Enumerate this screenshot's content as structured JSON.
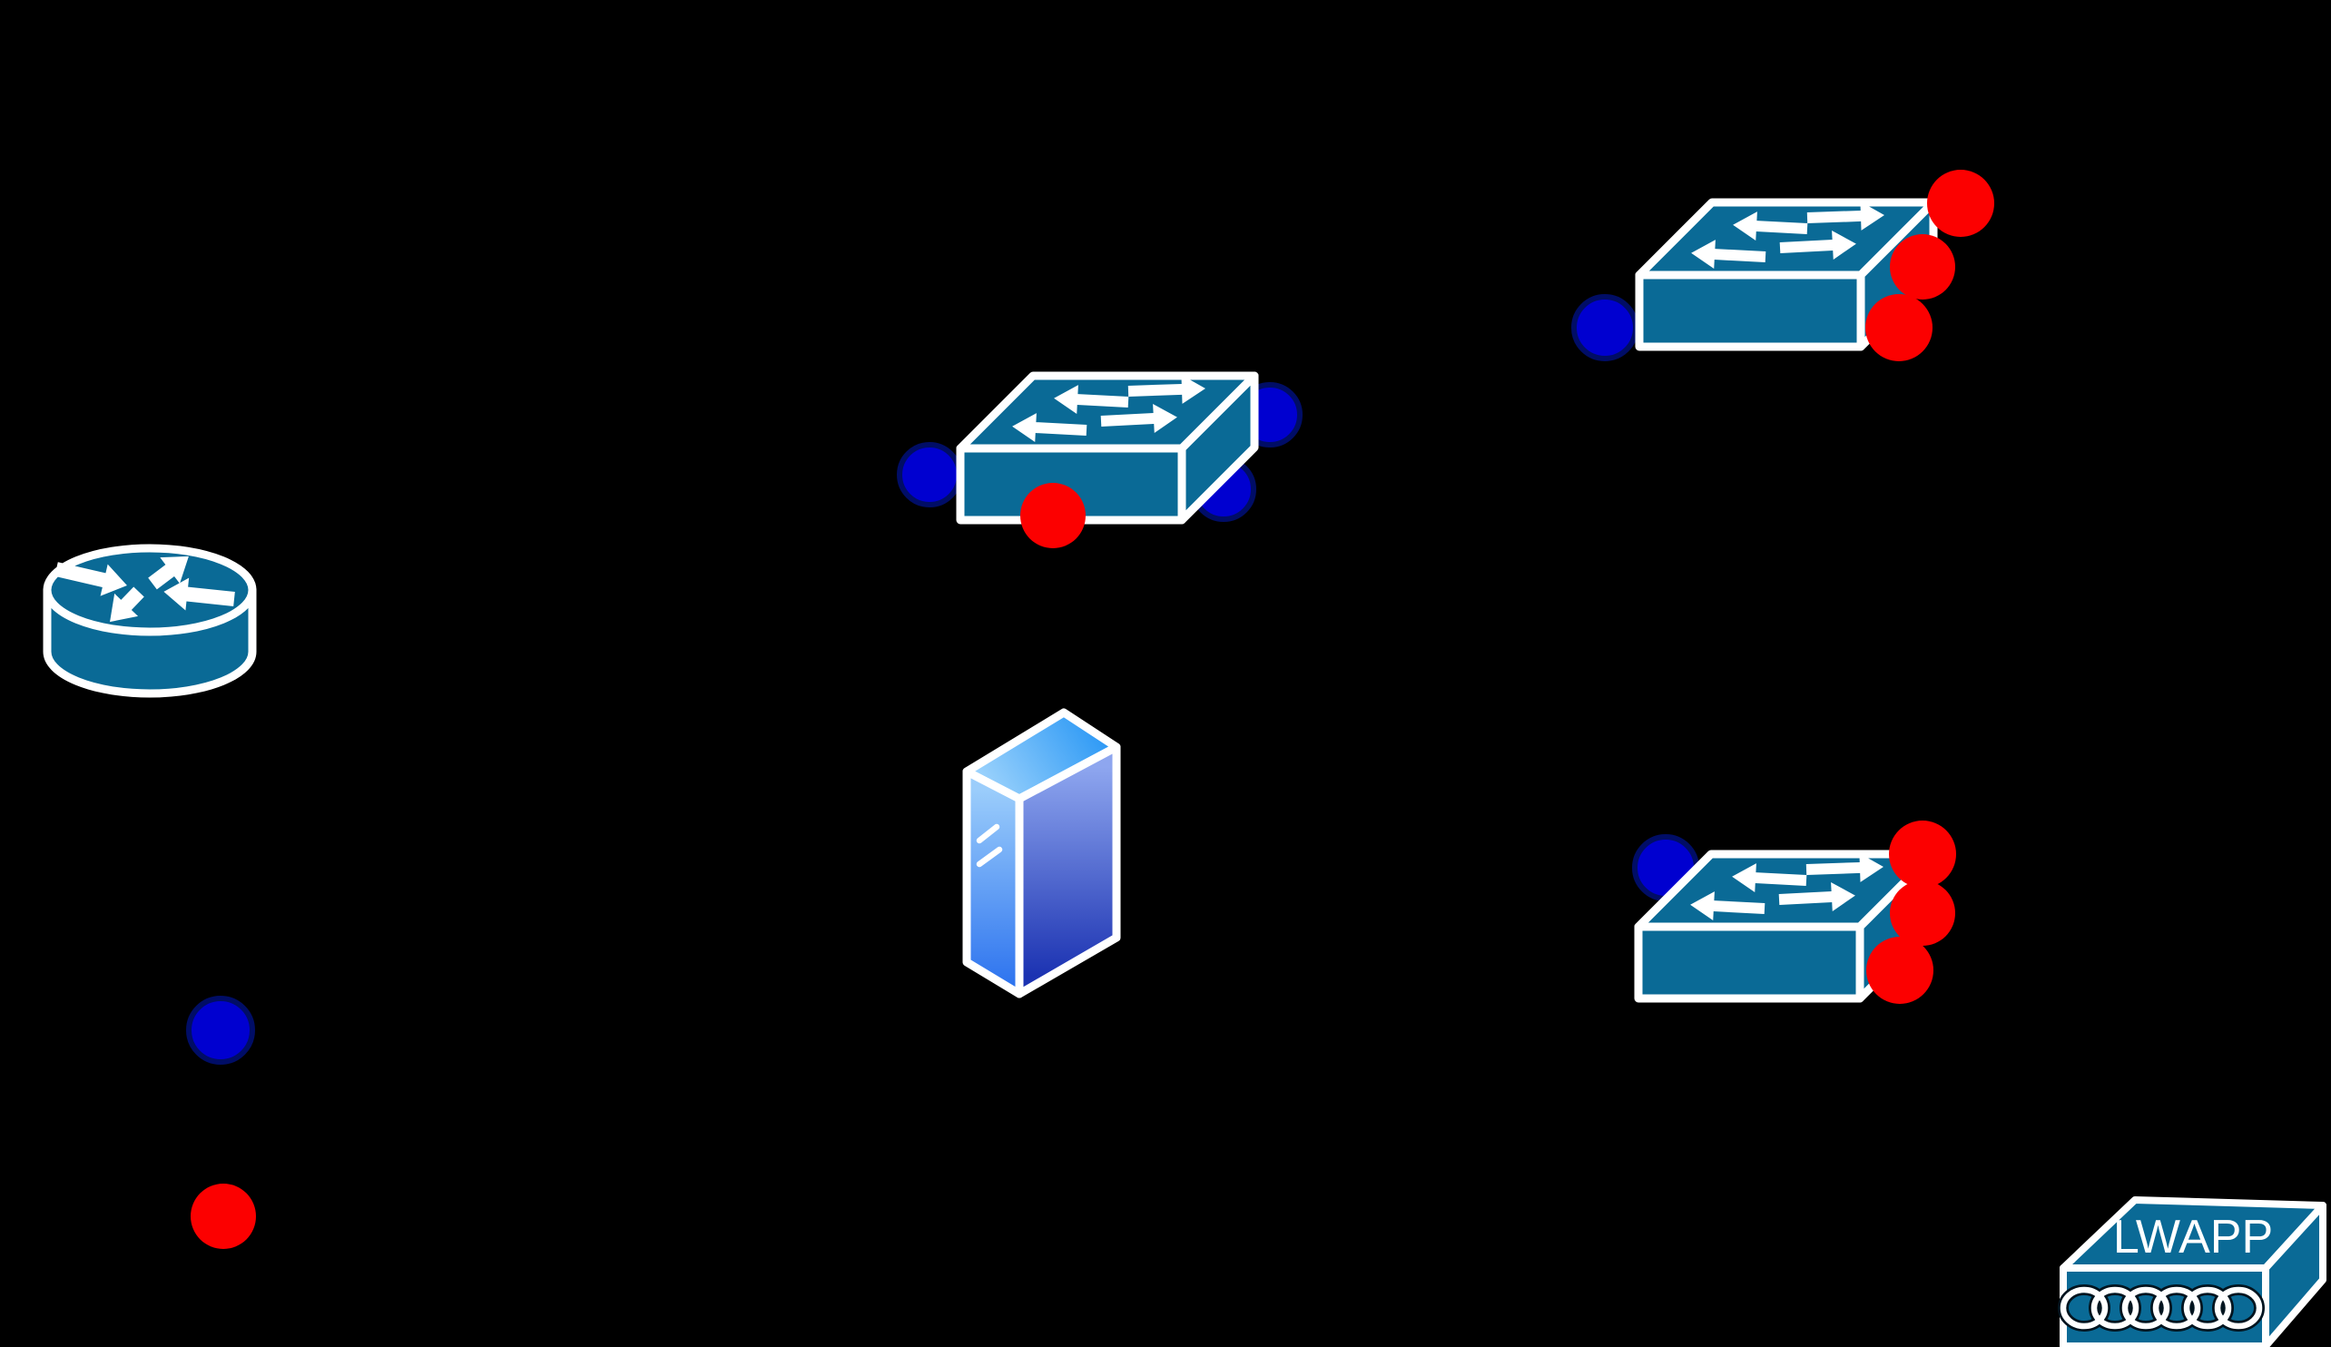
{
  "canvas": {
    "background": "#000000"
  },
  "colors": {
    "device": "#0a6a96",
    "outline": "#ffffff",
    "port_blue": "#0000d0",
    "port_blue_border": "#000d66",
    "port_red": "#fc0000",
    "wave_outline": "#00141f",
    "server_top_light": "#9bd2fc",
    "server_top_dark": "#2f9af5",
    "server_left_light": "#9bcdfb",
    "server_left_dark": "#2e74ef",
    "server_front_light": "#8ea6ef",
    "server_front_dark": "#1c33b2"
  },
  "access_point": {
    "label": "LWAPP"
  },
  "devices": [
    {
      "id": "router",
      "kind": "router",
      "blue_dots": 0,
      "red_dots": 0
    },
    {
      "id": "switch-center",
      "kind": "switch",
      "blue_dots": 3,
      "red_dots": 1
    },
    {
      "id": "switch-top-right",
      "kind": "switch",
      "blue_dots": 1,
      "red_dots": 3
    },
    {
      "id": "switch-bottom-right",
      "kind": "switch",
      "blue_dots": 1,
      "red_dots": 3
    },
    {
      "id": "server",
      "kind": "server"
    },
    {
      "id": "lwapp-access-point",
      "kind": "access-point",
      "label": "LWAPP"
    }
  ],
  "legend_dots": [
    {
      "color": "blue"
    },
    {
      "color": "red"
    }
  ]
}
